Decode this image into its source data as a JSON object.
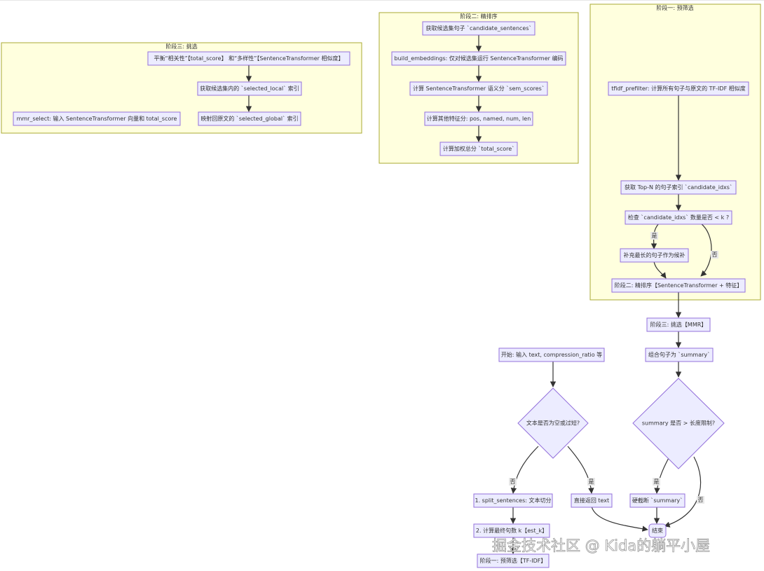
{
  "clusters": {
    "prefilter": "阶段一: 预筛选",
    "rerank": "阶段二: 精排序",
    "select": "阶段三: 挑选"
  },
  "nodes": {
    "tfidf_prefilter": "tfidf_prefilter: 计算所有句子与原文的 TF-IDF 相似度",
    "get_topn": "获取 Top-N 的句子索引 `candidate_idxs`",
    "check_count": "检查 `candidate_idxs` 数量是否 < k ?",
    "fill_longest": "补充最长的句子作为候补",
    "to_stage2": "阶段二: 精排序【SentenceTransformer + 特征】",
    "get_candidates": "获取候选集句子 `candidate_sentences`",
    "build_embeddings": "build_embeddings: 仅对候选集运行 SentenceTransformer 编码",
    "sem_scores": "计算 SentenceTransformer 语义分 `sem_scores`",
    "other_features": "计算其他特征分: pos, named, num, len",
    "total_score": "计算加权总分 `total_score`",
    "balance": "平衡“相关性”【total_score】 和“多样性”【SentenceTransformer 相似度】",
    "selected_local": "获取候选集内的 `selected_local` 索引",
    "selected_global": "映射回原文的 `selected_global` 索引",
    "mmr_select": "mmr_select: 输入 SentenceTransformer 向量和 total_score",
    "to_stage3": "阶段三: 挑选【MMR】",
    "combine": "组合句子为 `summary`",
    "length_check": "summary 是否 > 长度限制?",
    "truncate": "硬截断 `summary`",
    "end": "结束",
    "start": "开始: 输入 text, compression_ratio 等",
    "text_check": "文本是否为空或过短?",
    "return_text": "直接返回 text",
    "split": "1. split_sentences: 文本切分",
    "est_k": "2. 计算最终句数 k【est_k】",
    "to_stage1": "阶段一: 预筛选【TF-IDF】"
  },
  "edge_labels": {
    "check_yes": "是",
    "check_no": "否",
    "text_yes": "是",
    "text_no": "否",
    "len_yes": "是",
    "len_no": "否"
  },
  "watermark": "掘金技术社区 @ Kida的躺平小屋",
  "colors": {
    "cluster_fill": "#ffffde",
    "cluster_stroke": "#aaaa33",
    "node_fill": "#ececff",
    "node_stroke": "#9370db",
    "edge": "#333333"
  }
}
